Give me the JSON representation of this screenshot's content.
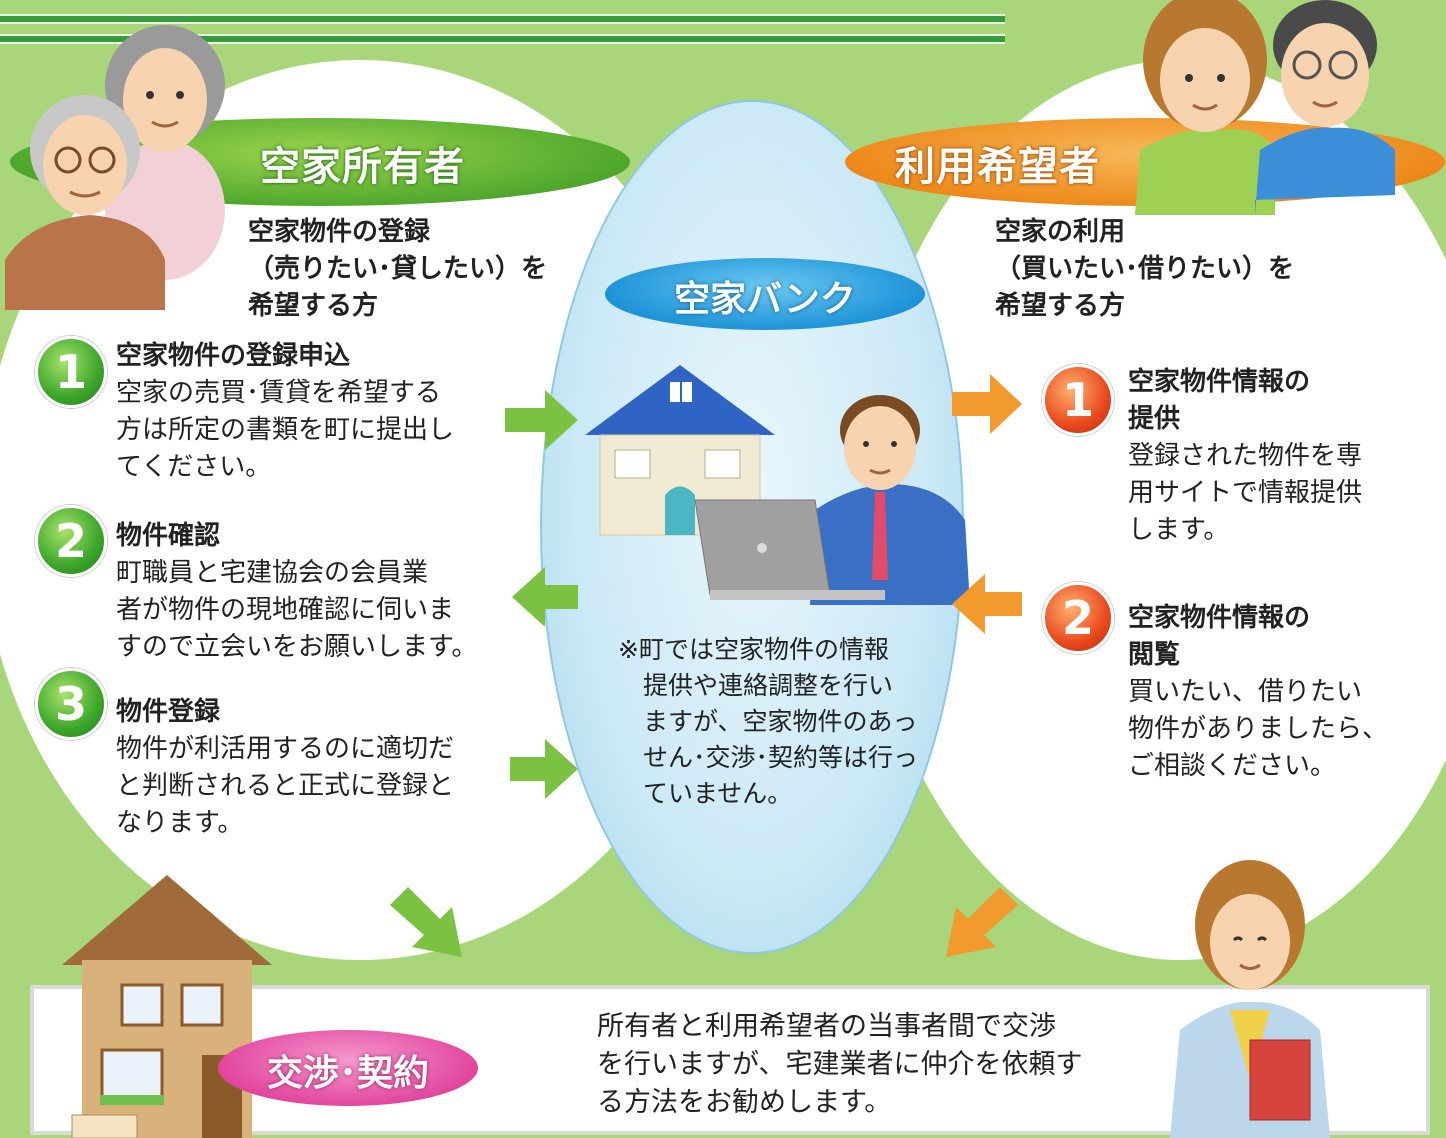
{
  "owner": {
    "title": "空家所有者",
    "subtitle_lines": [
      "空家物件の登録",
      "（売りたい･貸したい）を",
      "希望する方"
    ],
    "steps": [
      {
        "num": "1",
        "heading": "空家物件の登録申込",
        "body_lines": [
          "空家の売買･賃貸を希望する",
          "方は所定の書類を町に提出し",
          "てください。"
        ]
      },
      {
        "num": "2",
        "heading": "物件確認",
        "body_lines": [
          "町職員と宅建協会の会員業",
          "者が物件の現地確認に伺いま",
          "すので立会いをお願いします。"
        ]
      },
      {
        "num": "3",
        "heading": "物件登録",
        "body_lines": [
          "物件が利活用するのに適切だ",
          "と判断されると正式に登録と",
          "なります。"
        ]
      }
    ]
  },
  "bank": {
    "title": "空家バンク",
    "note_lines": [
      "※町では空家物件の情報",
      "提供や連絡調整を行い",
      "ますが、空家物件のあっ",
      "せん･交渉･契約等は行っ",
      "ていません。"
    ]
  },
  "user": {
    "title": "利用希望者",
    "subtitle_lines": [
      "空家の利用",
      "（買いたい･借りたい）を",
      "希望する方"
    ],
    "steps": [
      {
        "num": "1",
        "heading_lines": [
          "空家物件情報の",
          "提供"
        ],
        "body_lines": [
          "登録された物件を専",
          "用サイトで情報提供",
          "します。"
        ]
      },
      {
        "num": "2",
        "heading_lines": [
          "空家物件情報の",
          "閲覧"
        ],
        "body_lines": [
          "買いたい、借りたい",
          "物件がありましたら、",
          "ご相談ください。"
        ]
      }
    ]
  },
  "contract": {
    "title": "交渉･契約",
    "body_lines": [
      "所有者と利用希望者の当事者間で交渉",
      "を行いますが、宅建業者に仲介を依頼す",
      "る方法をお勧めします。"
    ]
  },
  "colors": {
    "background": "#a9d67a",
    "owner_green": "#4fa82c",
    "user_orange": "#ee8a1b",
    "bank_blue": "#1e94d8",
    "contract_pink": "#e2479e",
    "arrow_green": "#7cc242",
    "arrow_orange": "#f29a2e"
  },
  "icons": [
    "elderly-couple-icon",
    "young-couple-icon",
    "bank-house-icon",
    "clerk-laptop-icon",
    "house-icon",
    "woman-with-book-icon"
  ]
}
